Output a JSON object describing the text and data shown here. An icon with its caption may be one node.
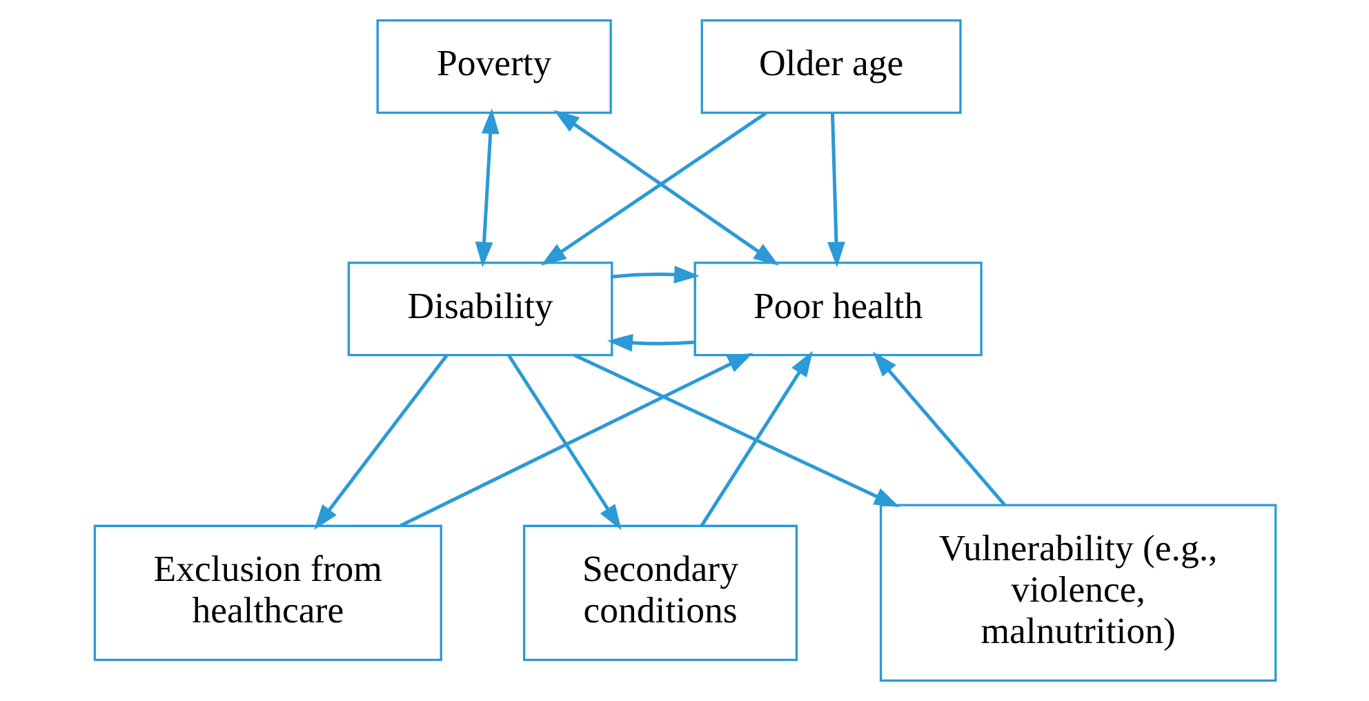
{
  "diagram": {
    "nodes": [
      {
        "text": [
          "Poverty"
        ]
      },
      {
        "text": [
          "Older age"
        ]
      },
      {
        "text": [
          "Poor health"
        ]
      },
      {
        "text": [
          "Disability"
        ]
      },
      {
        "text": [
          "Exclusion from healthcare"
        ]
      },
      {
        "text": [
          "Secondary conditions"
        ]
      },
      {
        "text": [
          "Vulnerability (e.g., violence, malnutrition)"
        ]
      }
    ],
    "edges": [
      {
        "from": 0,
        "to": 2,
        "arrow": "both"
      },
      {
        "from": 1,
        "to": 2,
        "arrow": "to"
      },
      {
        "from": 0,
        "to": 3,
        "arrow": "both"
      },
      {
        "from": 1,
        "to": 3,
        "arrow": "to"
      },
      {
        "from": 2,
        "to": 3,
        "arrow": "to"
      },
      {
        "from": 3,
        "to": 2,
        "arrow": "to"
      },
      {
        "from": 3,
        "to": 4,
        "arrow": "to"
      },
      {
        "from": 3,
        "to": 5,
        "arrow": "to"
      },
      {
        "from": 3,
        "to": 6,
        "arrow": "to"
      },
      {
        "from": 4,
        "to": 2,
        "arrow": "to"
      },
      {
        "from": 5,
        "to": 2,
        "arrow": "to"
      },
      {
        "from": 6,
        "to": 2,
        "arrow": "to"
      }
    ]
  }
}
